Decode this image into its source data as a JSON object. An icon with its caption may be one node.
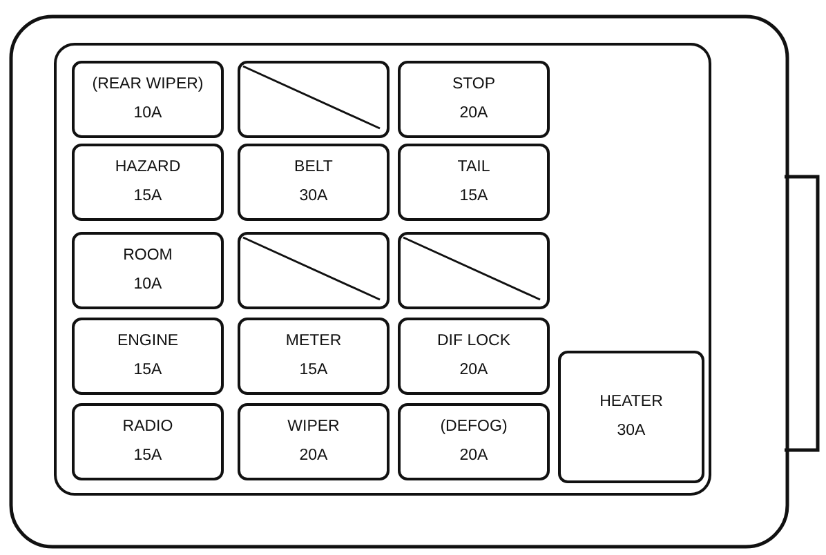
{
  "diagram": {
    "nodes": [
      {
        "text": [
          "(REAR WIPER)",
          "10A"
        ]
      },
      {
        "text": [],
        "shape": "box"
      },
      {
        "text": [
          "STOP",
          "20A"
        ]
      },
      {
        "text": [
          "HAZARD",
          "15A"
        ]
      },
      {
        "text": [
          "BELT",
          "30A"
        ]
      },
      {
        "text": [
          "TAIL",
          "15A"
        ]
      },
      {
        "text": [
          "ROOM",
          "10A"
        ]
      },
      {
        "text": [],
        "shape": "box"
      },
      {
        "text": [],
        "shape": "box"
      },
      {
        "text": [
          "ENGINE",
          "15A"
        ]
      },
      {
        "text": [
          "METER",
          "15A"
        ]
      },
      {
        "text": [
          "DIF LOCK",
          "20A"
        ]
      },
      {
        "text": [
          "HEATER",
          "30A"
        ]
      },
      {
        "text": [
          "RADIO",
          "15A"
        ]
      },
      {
        "text": [
          "WIPER",
          "20A"
        ]
      },
      {
        "text": [
          "(DEFOG)",
          "20A"
        ]
      }
    ]
  }
}
